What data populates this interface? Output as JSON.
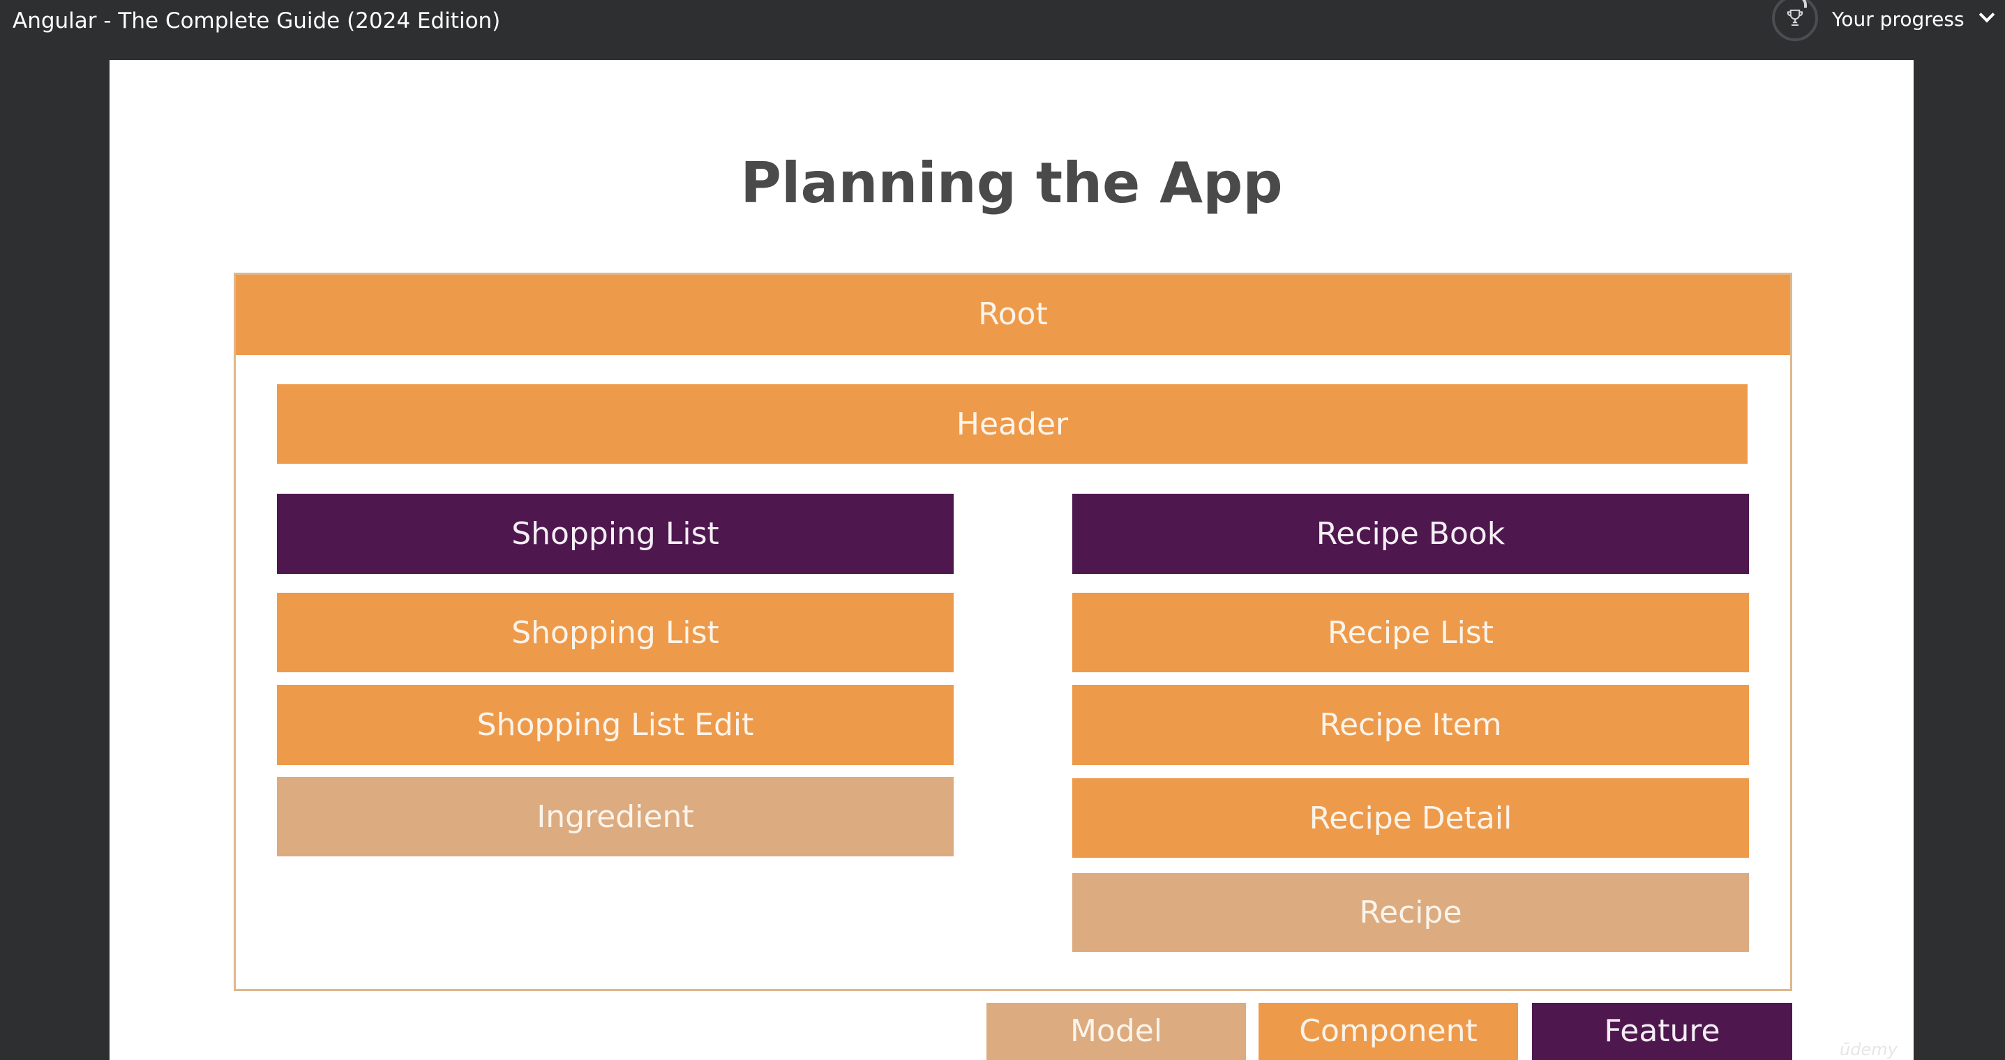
{
  "header": {
    "course_title": "Angular - The Complete Guide (2024 Edition)",
    "progress_label": "Your progress",
    "trophy_icon": "trophy-icon",
    "chevron_icon": "chevron-down-icon"
  },
  "slide": {
    "title": "Planning the App",
    "root": "Root",
    "header_box": "Header",
    "left_feature": "Shopping List",
    "left_items": [
      "Shopping List",
      "Shopping List Edit",
      "Ingredient"
    ],
    "right_feature": "Recipe Book",
    "right_items": [
      "Recipe List",
      "Recipe Item",
      "Recipe Detail",
      "Recipe"
    ],
    "legend": {
      "model": "Model",
      "component": "Component",
      "feature": "Feature"
    },
    "watermark": "ūdemy"
  },
  "colors": {
    "component": "#ee9a4b",
    "feature": "#4e184f",
    "model": "#dcab80",
    "background": "#2d2f31"
  }
}
